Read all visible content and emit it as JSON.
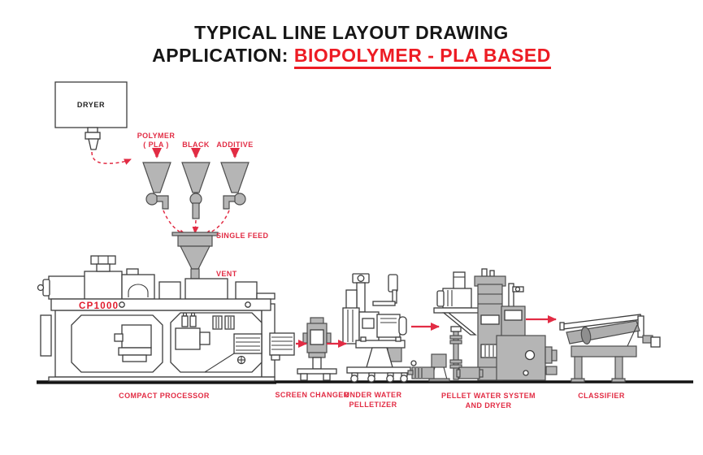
{
  "title": {
    "line1": "TYPICAL LINE LAYOUT DRAWING",
    "line2_prefix": "APPLICATION:",
    "line2_highlight": "BIOPOLYMER - PLA BASED"
  },
  "equipment_labels": {
    "dryer": "DRYER",
    "hopper_polymer_line1": "POLYMER",
    "hopper_polymer_line2": "( PLA )",
    "hopper_black": "BLACK",
    "hopper_additive": "ADDITIVE",
    "single_feed": "SINGLE FEED",
    "vent": "VENT",
    "processor_model": "CP1000",
    "compact_processor": "COMPACT PROCESSOR",
    "screen_changer": "SCREEN CHANGER",
    "underwater_pelletizer_line1": "UNDER WATER",
    "underwater_pelletizer_line2": "PELLETIZER",
    "pellet_water_system_line1": "PELLET WATER SYSTEM",
    "pellet_water_system_line2": "AND DRYER",
    "classifier": "CLASSIFIER"
  },
  "colors": {
    "title_accent": "#ed1c24",
    "label_red": "#e22c44",
    "machine_gray": "#b5b5b5",
    "outline_dark": "#3d3d3d",
    "background": "#ffffff"
  }
}
